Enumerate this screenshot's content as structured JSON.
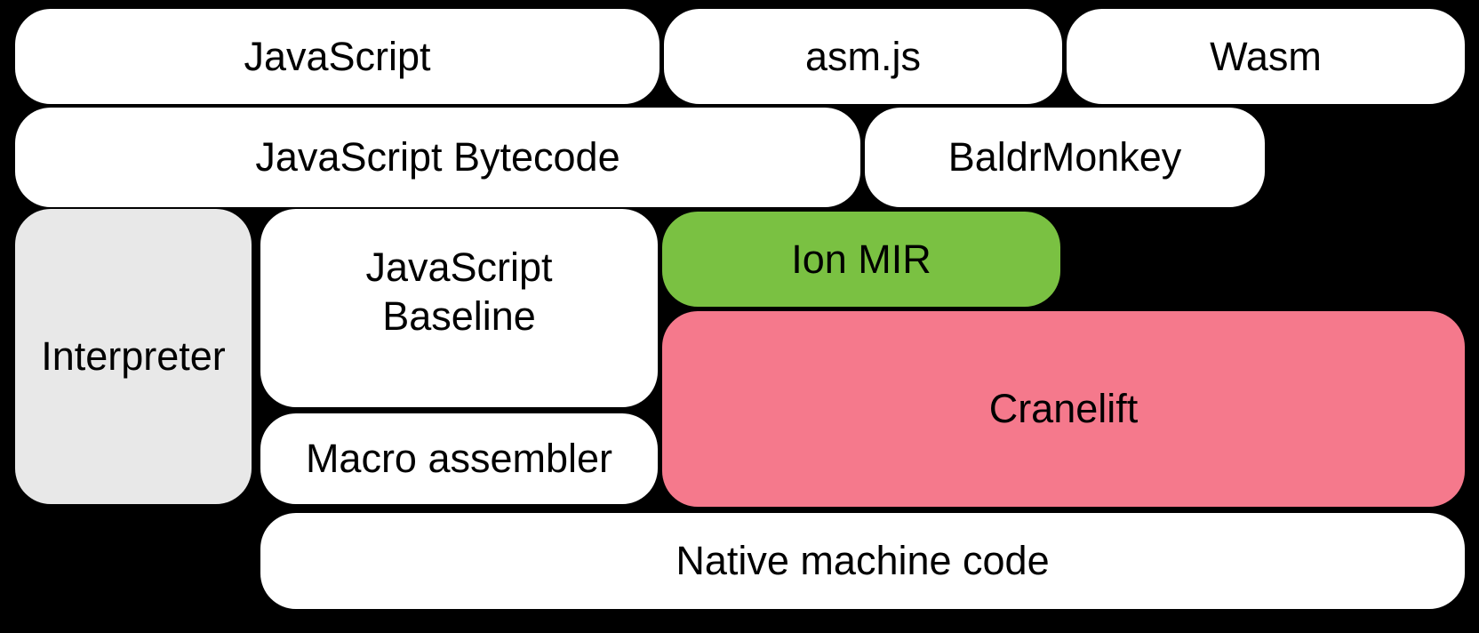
{
  "diagram": {
    "background_color": "#000000",
    "text_color": "#000000",
    "colors": {
      "box_default": "#ffffff",
      "interpreter_gray": "#e8e8e8",
      "ion_mir_green": "#7ac142",
      "cranelift_pink": "#f5798c"
    },
    "nodes": {
      "javascript": {
        "label": "JavaScript"
      },
      "asmjs": {
        "label": "asm.js"
      },
      "wasm": {
        "label": "Wasm"
      },
      "bytecode": {
        "label": "JavaScript Bytecode"
      },
      "baldrmonkey": {
        "label": "BaldrMonkey"
      },
      "interpreter": {
        "label": "Interpreter"
      },
      "baseline": {
        "lines": [
          "JavaScript",
          "Baseline"
        ]
      },
      "ion_mir": {
        "label": "Ion MIR"
      },
      "cranelift": {
        "label": "Cranelift"
      },
      "macro_assembler": {
        "label": "Macro assembler"
      },
      "native_machine_code": {
        "label": "Native machine code"
      }
    }
  }
}
